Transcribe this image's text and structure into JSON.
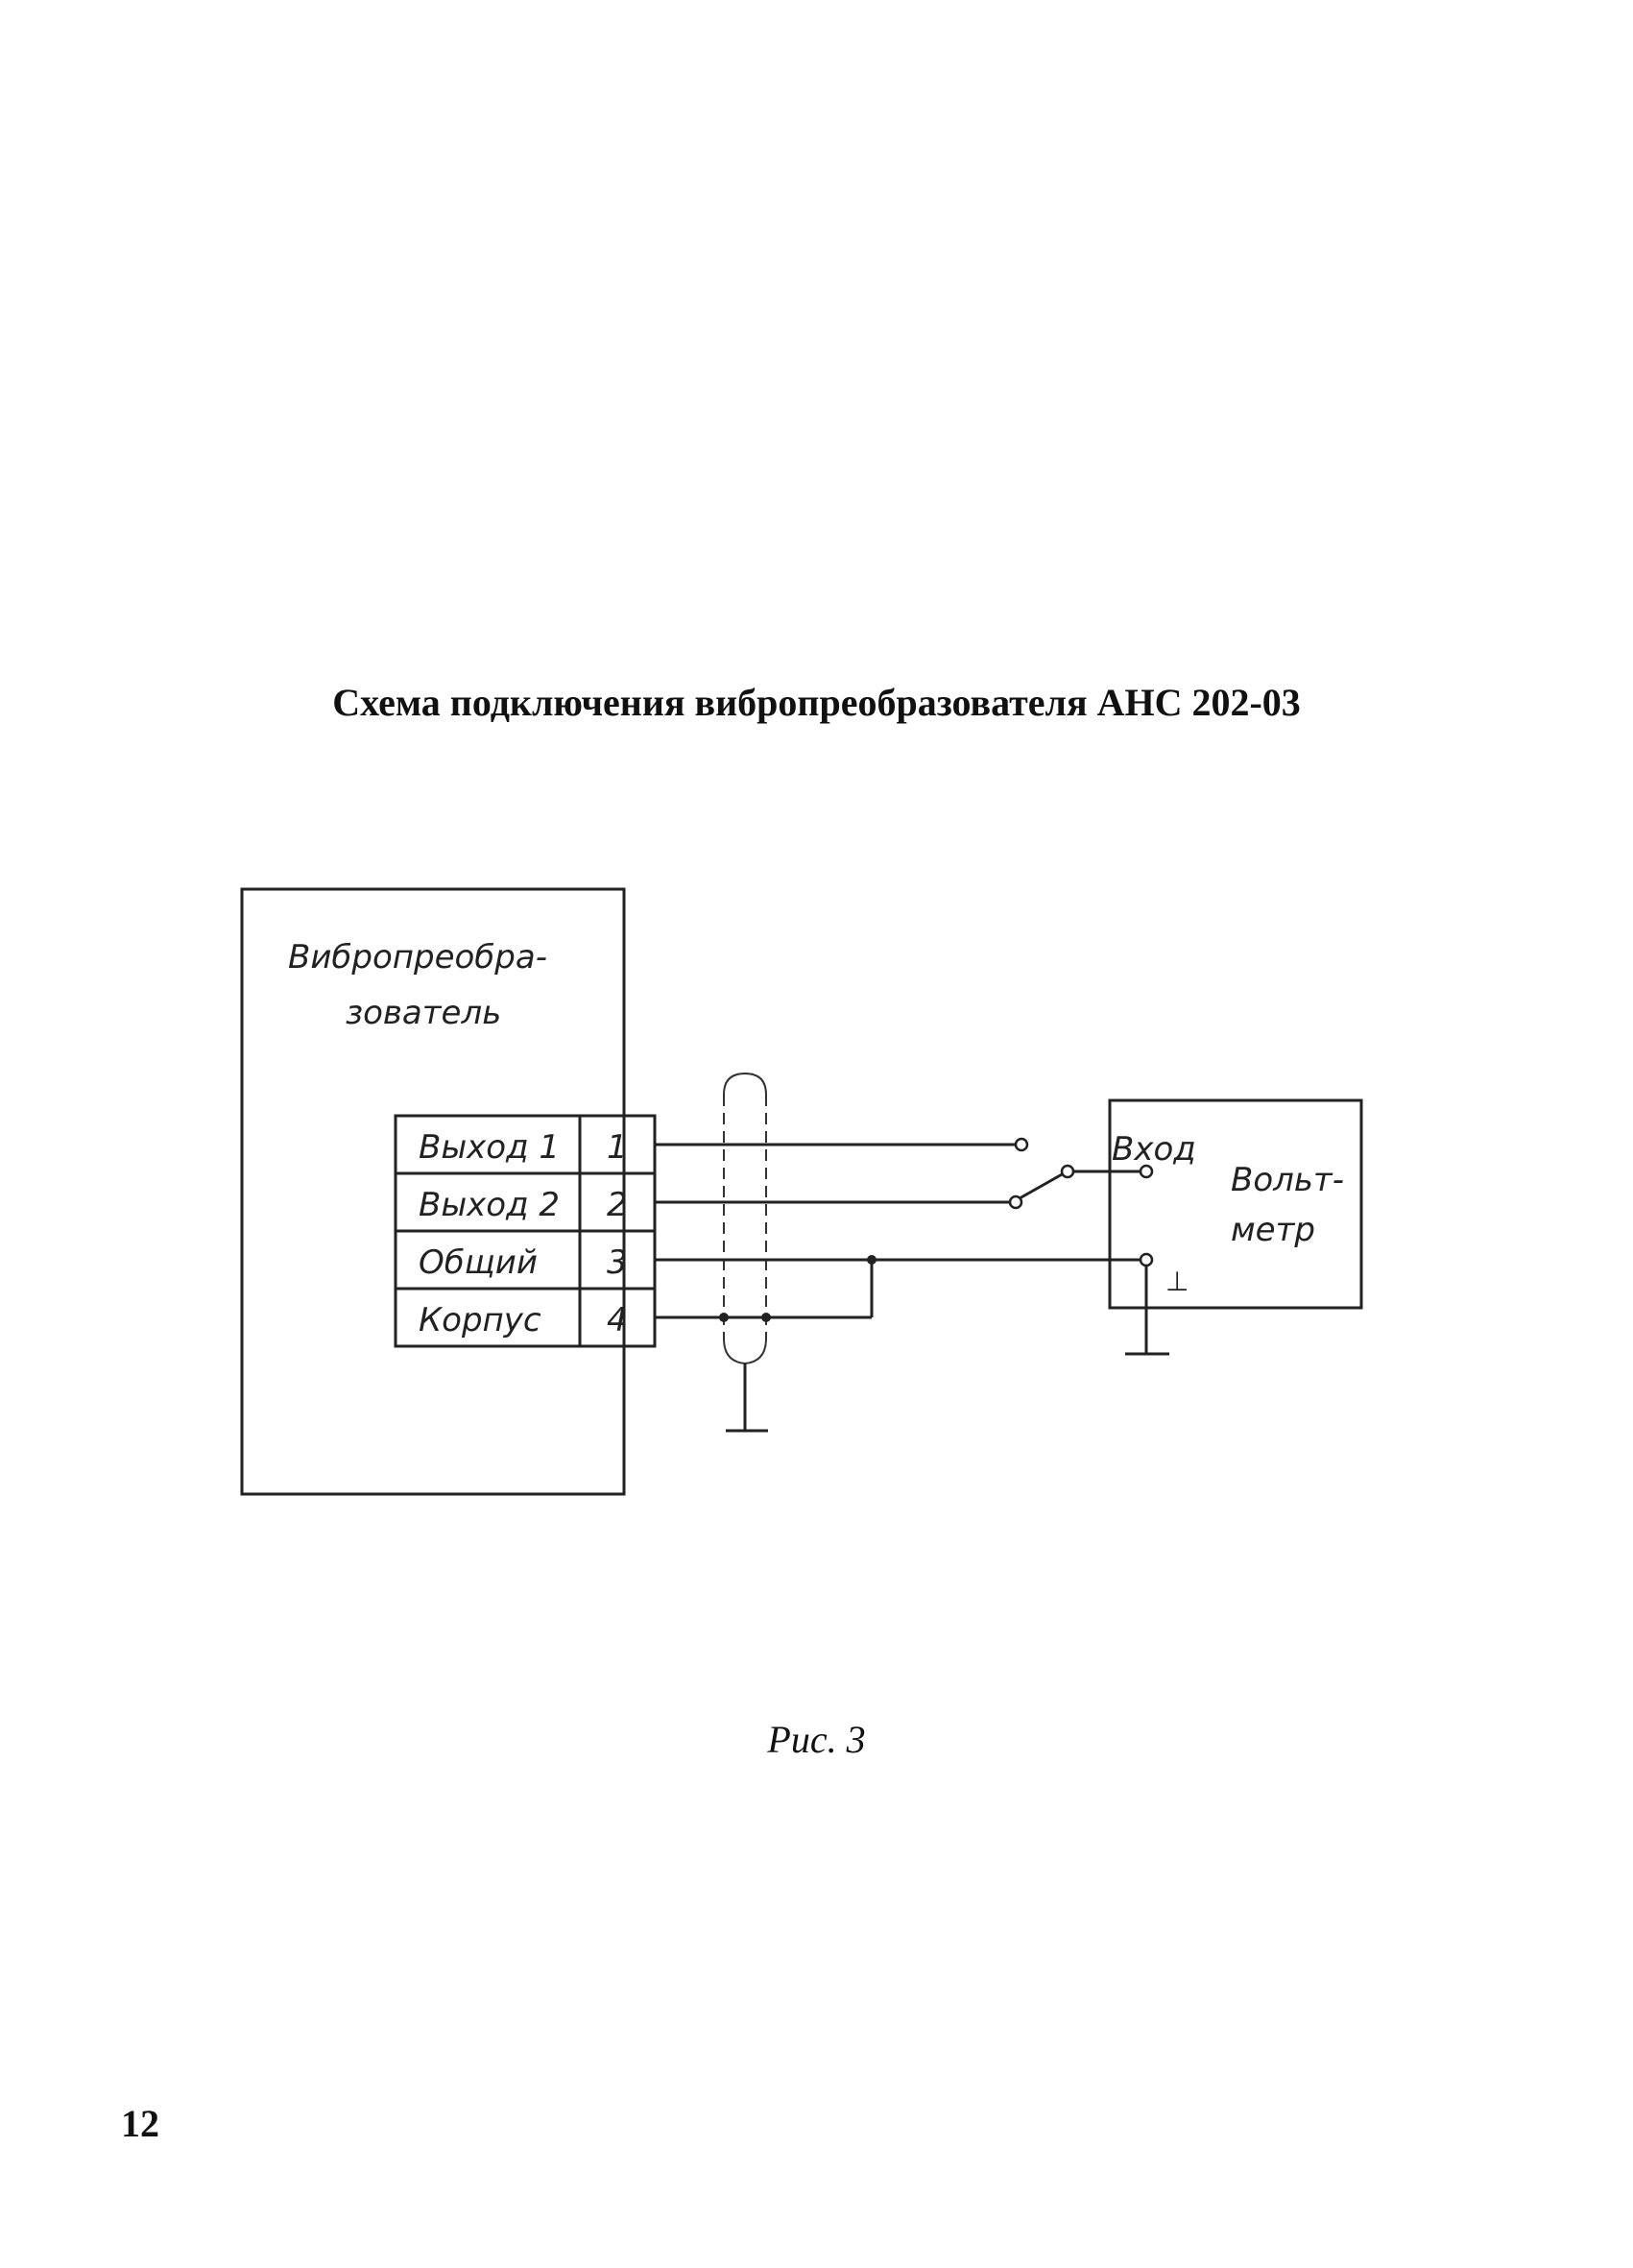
{
  "title": "Схема подключения вибропреобразователя АНС 202-03",
  "caption": "Рис. 3",
  "page_number": "12",
  "converter": {
    "label_line1": "Вибропреобра-",
    "label_line2": "зователь",
    "pins": [
      {
        "name": "Выход 1",
        "number": "1"
      },
      {
        "name": "Выход 2",
        "number": "2"
      },
      {
        "name": "Общий",
        "number": "3"
      },
      {
        "name": "Корпус",
        "number": "4"
      }
    ]
  },
  "voltmeter": {
    "label_line1": "Вольт-",
    "label_line2": "метр",
    "input_label": "Вход",
    "ground_symbol": "⊥"
  }
}
